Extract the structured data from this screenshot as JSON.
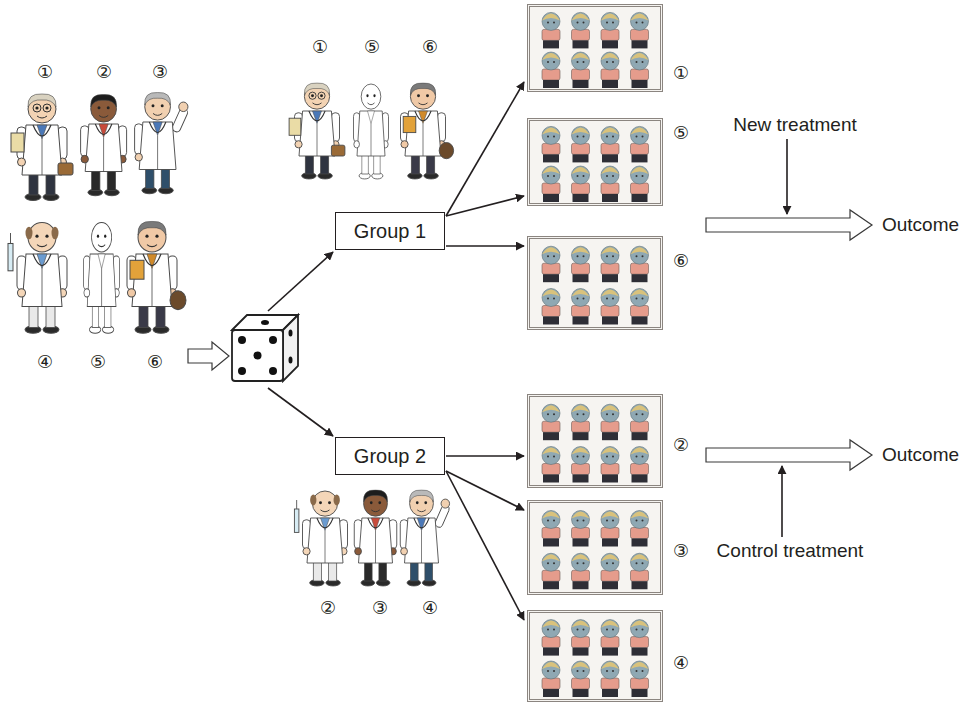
{
  "diagram": {
    "nodes": [
      {
        "text": [
          "Group 1"
        ]
      },
      {
        "text": [
          "①"
        ]
      },
      {
        "text": [
          "⑤"
        ]
      },
      {
        "text": [
          "⑥"
        ]
      },
      {
        "text": [
          "Group 2"
        ]
      },
      {
        "text": [
          "②"
        ]
      },
      {
        "text": [
          "③"
        ]
      },
      {
        "text": [
          "④"
        ]
      }
    ],
    "edges": [
      {
        "from": 0,
        "to": 1,
        "arrow": "to"
      },
      {
        "from": 0,
        "to": 2,
        "arrow": "to"
      },
      {
        "from": 0,
        "to": 3,
        "arrow": "to"
      },
      {
        "from": 4,
        "to": 5,
        "arrow": "to"
      },
      {
        "from": 4,
        "to": 6,
        "arrow": "to"
      },
      {
        "from": 4,
        "to": 7,
        "arrow": "to"
      }
    ],
    "labels": [
      "①",
      "⑤",
      "⑥",
      "①",
      "②",
      "③",
      "④",
      "⑤",
      "⑥",
      "②",
      "③",
      "④",
      "New treatment",
      "Outcome",
      "Control treatment",
      "Outcome"
    ]
  }
}
